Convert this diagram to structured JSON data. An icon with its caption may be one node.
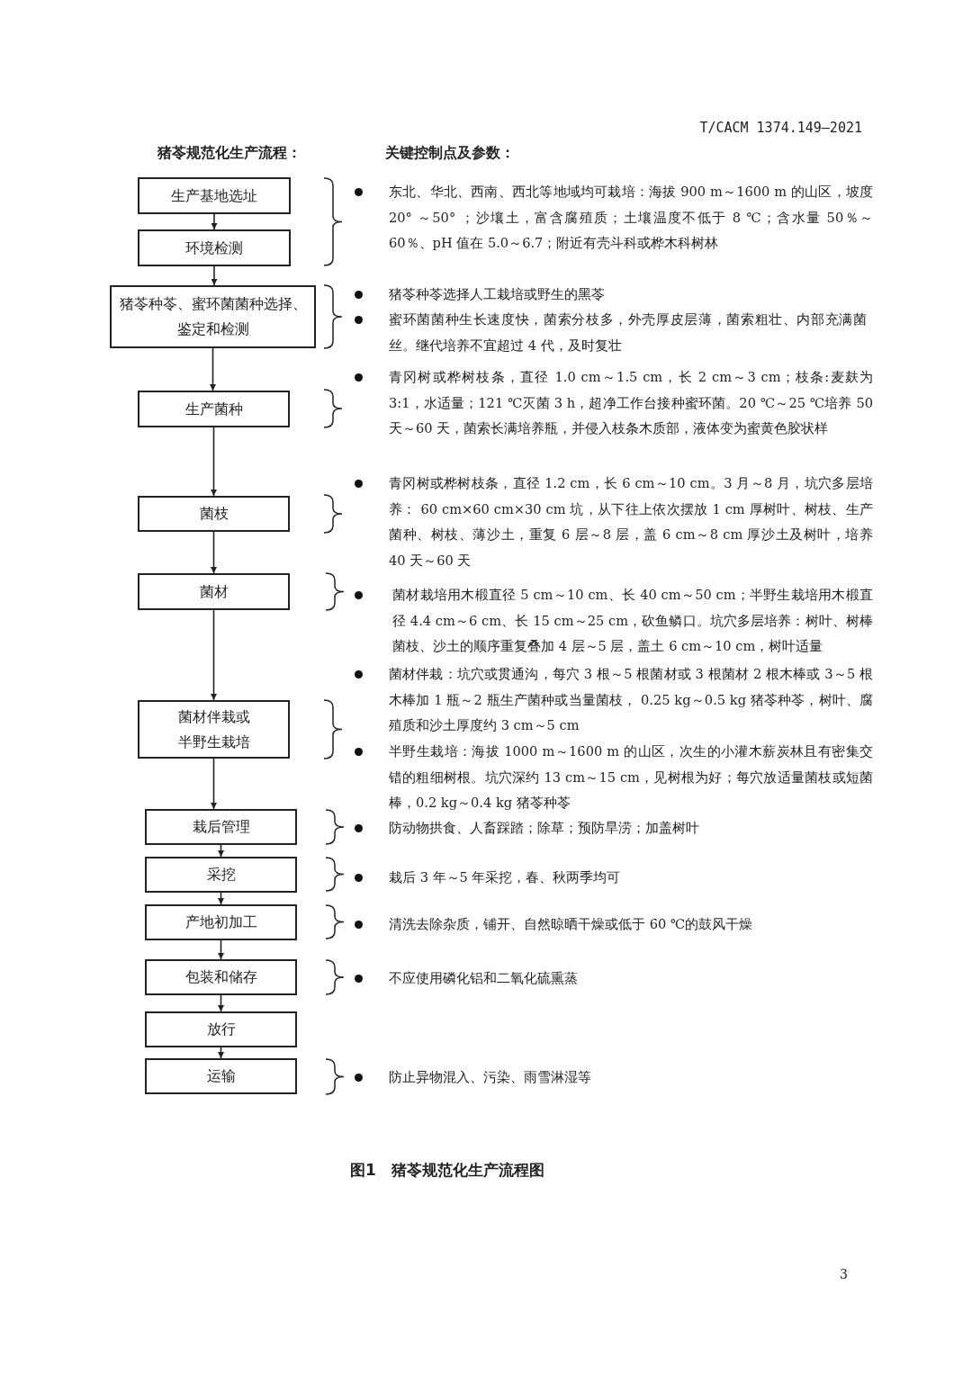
{
  "diagram": {
    "caption": "图1　猪苓规范化生产流程图",
    "nodes": [
      {
        "text": [
          "生产基地选址"
        ]
      },
      {
        "text": [
          "环境检测"
        ]
      },
      {
        "text": [
          "猪苓种苓、蜜环菌菌种选择、鉴定和检测"
        ]
      },
      {
        "text": [
          "生产菌种"
        ]
      },
      {
        "text": [
          "菌枝"
        ]
      },
      {
        "text": [
          "菌材"
        ]
      },
      {
        "text": [
          "菌材伴栽或半野生栽培"
        ]
      },
      {
        "text": [
          "栽后管理"
        ]
      },
      {
        "text": [
          "采挖"
        ]
      },
      {
        "text": [
          "产地初加工"
        ]
      },
      {
        "text": [
          "包装和储存"
        ]
      },
      {
        "text": [
          "放行"
        ]
      },
      {
        "text": [
          "运输"
        ]
      }
    ],
    "edges": [
      {
        "from": 0,
        "to": 1,
        "arrow": "to"
      },
      {
        "from": 1,
        "to": 2,
        "arrow": "to"
      },
      {
        "from": 2,
        "to": 3,
        "arrow": "to"
      },
      {
        "from": 3,
        "to": 4,
        "arrow": "to"
      },
      {
        "from": 4,
        "to": 5,
        "arrow": "to"
      },
      {
        "from": 5,
        "to": 6,
        "arrow": "to"
      },
      {
        "from": 6,
        "to": 7,
        "arrow": "to"
      },
      {
        "from": 7,
        "to": 8,
        "arrow": "to"
      },
      {
        "from": 8,
        "to": 9,
        "arrow": "to"
      },
      {
        "from": 9,
        "to": 10,
        "arrow": "to"
      },
      {
        "from": 10,
        "to": 11,
        "arrow": "to"
      },
      {
        "from": 11,
        "to": 12,
        "arrow": "to"
      }
    ],
    "labels": [
      "T/CACM 1374.149—2021",
      "猪苓规范化生产流程：",
      "关键控制点及参数：",
      "东北、华北、西南、西北等地域均可栽培：海拔 900 m～1600 m 的山区，坡度 20° ～50° ；沙壤土，富含腐殖质；土壤温度不低于 8 ℃；含水量 50％～60％、pH 值在 5.0～6.7；附近有壳斗科或桦木科树林",
      "猪苓种苓选择人工栽培或野生的黑苓",
      "蜜环菌菌种生长速度快，菌索分枝多，外壳厚皮层薄，菌索粗壮、内部充满菌丝。继代培养不宜超过 4 代，及时复壮",
      "青冈树或桦树枝条，直径 1.0 cm～1.5 cm，长 2 cm～3 cm；枝条:麦麸为 3:1，水适量；121 ℃灭菌 3 h，超净工作台接种蜜环菌。20 ℃～25 ℃培养 50 天～60 天，菌索长满培养瓶，并侵入枝条木质部，液体变为蜜黄色胶状样",
      "青冈树或桦树枝条，直径 1.2 cm，长 6 cm～10 cm。3 月～8 月，坑穴多层培养： 60 cm×60 cm×30 cm 坑，从下往上依次摆放 1 cm 厚树叶、树枝、生产菌种、树枝、薄沙土，重复 6 层～8 层，盖 6 cm～8 cm 厚沙土及树叶，培养 40 天～60 天",
      "菌材栽培用木椴直径 5 cm～10 cm、长 40 cm～50 cm；半野生栽培用木椴直径 4.4 cm～6 cm、长 15 cm～25 cm，砍鱼鳞口。坑穴多层培养：树叶、树棒菌枝、沙土的顺序重复叠加 4 层～5 层，盖土 6 cm～10 cm，树叶适量",
      "菌材伴栽：坑穴或贯通沟，每穴 3 根～5 根菌材或 3 根菌材 2 根木棒或 3～5 根木棒加 1 瓶～2 瓶生产菌种或当量菌枝， 0.25 kg～0.5 kg 猪苓种苓，树叶、腐殖质和沙土厚度约 3 cm～5 cm",
      "半野生栽培：海拔 1000 m～1600 m 的山区，次生的小灌木薪炭林且有密集交错的粗细树根。坑穴深约 13 cm～15 cm，见树根为好；每穴放适量菌枝或短菌棒，0.2 kg～0.4 kg 猪苓种苓",
      "防动物拱食、人畜踩踏；除草；预防旱涝；加盖树叶",
      "栽后 3 年～5 年采挖，春、秋两季均可",
      "清洗去除杂质，铺开、自然晾晒干燥或低于 60 ℃的鼓风干燥",
      "不应使用磷化铝和二氧化硫熏蒸",
      "防止异物混入、污染、雨雪淋湿等",
      "3"
    ]
  }
}
